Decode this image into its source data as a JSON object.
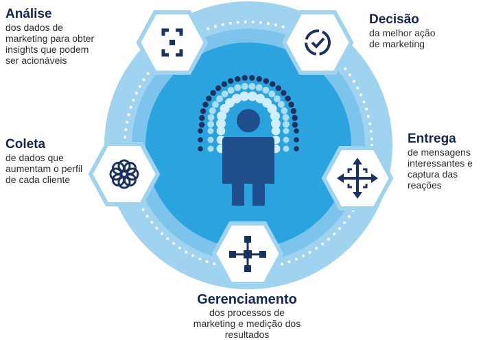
{
  "steps": {
    "analise": {
      "title": "Análise",
      "desc": "dos dados de\nmarketing para obter\ninsights que podem\nser acionáveis",
      "icon": "focus-frame-icon"
    },
    "decisao": {
      "title": "Decisão",
      "desc": "da melhor ação\nde marketing",
      "icon": "circle-check-icon"
    },
    "coleta": {
      "title": "Coleta",
      "desc": "de dados que\naumentam o perfil\nde cada cliente",
      "icon": "interlocking-rings-icon"
    },
    "entrega": {
      "title": "Entrega",
      "desc": "de mensagens\ninteressantes e\ncaptura das\nreações",
      "icon": "four-arrows-icon"
    },
    "gerenciamento": {
      "title": "Gerenciamento",
      "desc": "dos processos de\nmarketing e medição dos\nresultados",
      "icon": "flow-network-icon"
    }
  },
  "colors": {
    "outer_ring": "#9fd3ef",
    "center_circle": "#2aa3df",
    "ring_highlight": "#5dbbe9",
    "dark_navy": "#1b3160",
    "person": "#1e4f8c",
    "hex_stroke": "#9fd3ef"
  }
}
